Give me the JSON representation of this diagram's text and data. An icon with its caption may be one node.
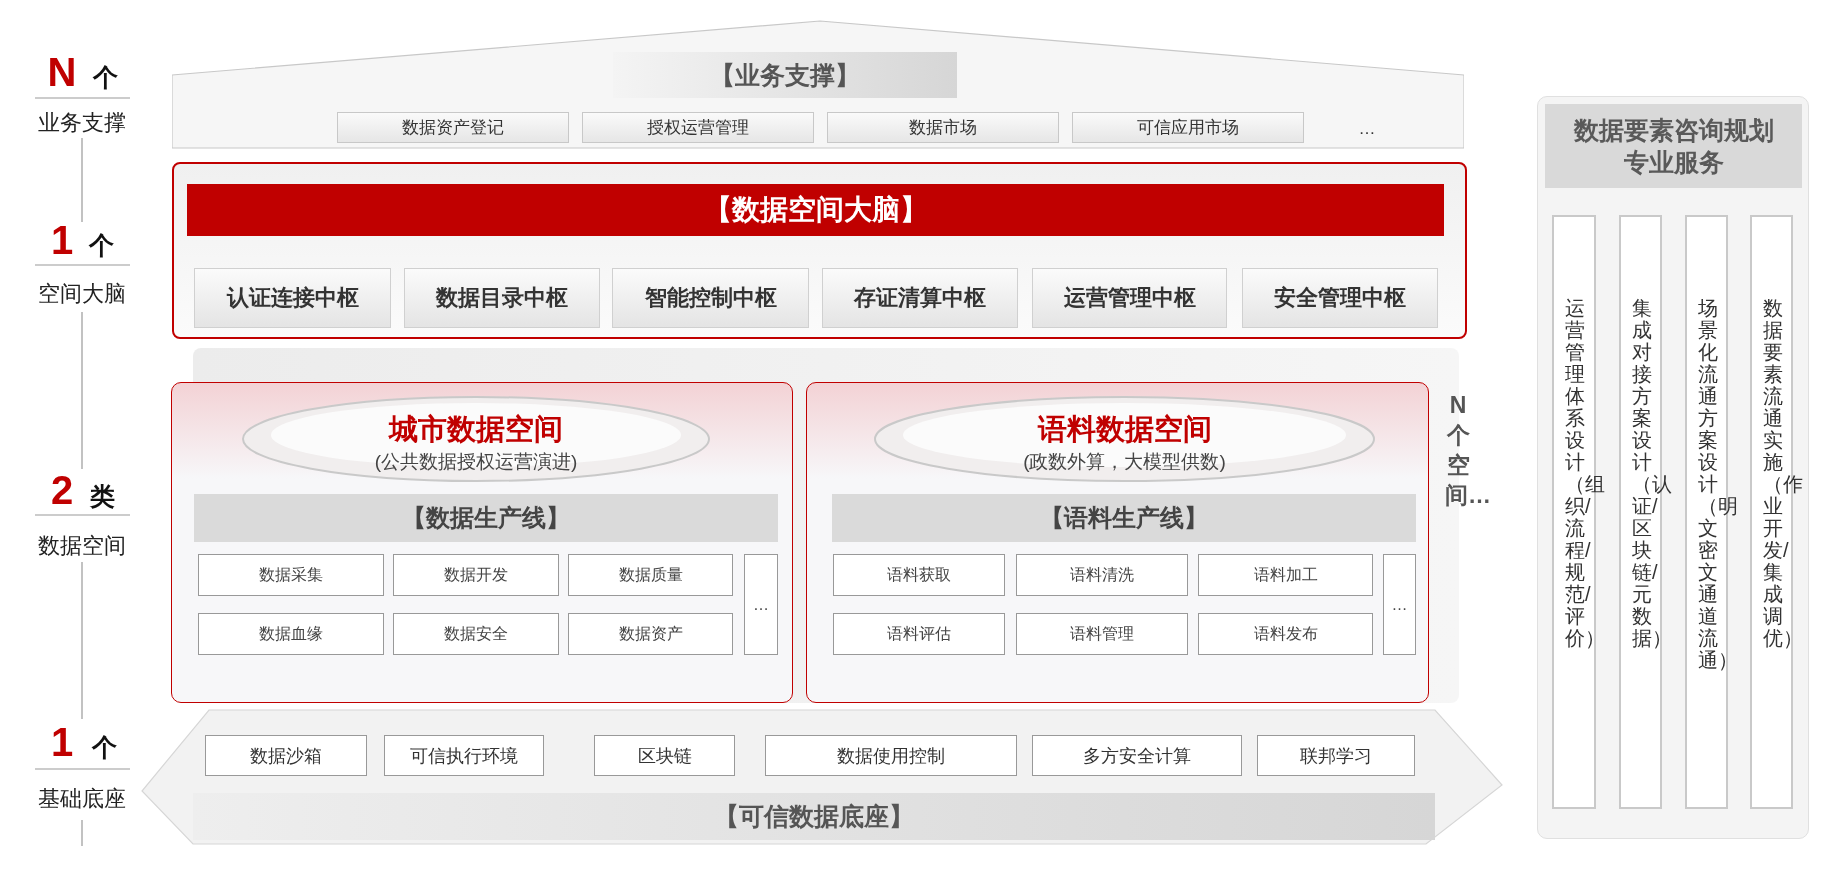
{
  "diagram": {
    "nodes": [
      {
        "text": [
          "【业务支撑】"
        ]
      },
      {
        "text": [
          "数据资产登记"
        ],
        "in": 0
      },
      {
        "text": [
          "授权运营管理"
        ],
        "in": 0
      },
      {
        "text": [
          "数据市场"
        ],
        "in": 0
      },
      {
        "text": [
          "可信应用市场"
        ],
        "in": 0
      },
      {
        "text": [
          "【数据空间大脑】"
        ]
      },
      {
        "text": [
          "认证连接中枢"
        ],
        "in": 5
      },
      {
        "text": [
          "数据目录中枢"
        ],
        "in": 5
      },
      {
        "text": [
          "智能控制中枢"
        ],
        "in": 5
      },
      {
        "text": [
          "存证清算中枢"
        ],
        "in": 5
      },
      {
        "text": [
          "运营管理中枢"
        ],
        "in": 5
      },
      {
        "text": [
          "安全管理中枢"
        ],
        "in": 5
      },
      {
        "text": [],
        "shape": "box"
      },
      {
        "text": [
          "城市数据空间",
          "(公共数据授权运营演进)"
        ],
        "in": 12
      },
      {
        "text": [
          "【数据生产线】"
        ],
        "in": 12
      },
      {
        "text": [
          "数据采集"
        ],
        "in": 12
      },
      {
        "text": [
          "数据开发"
        ],
        "in": 12
      },
      {
        "text": [
          "数据质量"
        ],
        "in": 12
      },
      {
        "text": [
          "…"
        ],
        "in": 12
      },
      {
        "text": [
          "数据血缘"
        ],
        "in": 12
      },
      {
        "text": [
          "数据安全"
        ],
        "in": 12
      },
      {
        "text": [
          "数据资产"
        ],
        "in": 12
      },
      {
        "text": [],
        "shape": "box"
      },
      {
        "text": [
          "语料数据空间",
          "(政数外算，大模型供数)"
        ],
        "in": 22
      },
      {
        "text": [
          "【语料生产线】"
        ],
        "in": 22
      },
      {
        "text": [
          "语料获取"
        ],
        "in": 22
      },
      {
        "text": [
          "语料清洗"
        ],
        "in": 22
      },
      {
        "text": [
          "语料加工"
        ],
        "in": 22
      },
      {
        "text": [
          "…"
        ],
        "in": 22
      },
      {
        "text": [
          "语料评估"
        ],
        "in": 22
      },
      {
        "text": [
          "语料管理"
        ],
        "in": 22
      },
      {
        "text": [
          "语料发布"
        ],
        "in": 22
      },
      {
        "text": [
          "【可信数据底座】"
        ]
      },
      {
        "text": [
          "数据沙箱"
        ],
        "in": 32
      },
      {
        "text": [
          "可信执行环境"
        ],
        "in": 32
      },
      {
        "text": [
          "区块链"
        ],
        "in": 32
      },
      {
        "text": [
          "数据使用控制"
        ],
        "in": 32
      },
      {
        "text": [
          "多方安全计算"
        ],
        "in": 32
      },
      {
        "text": [
          "联邦学习"
        ],
        "in": 32
      },
      {
        "text": [
          "数据要素咨询规划专业服务"
        ]
      },
      {
        "text": [
          "运营管理体系设计（组织/流程/规范/评价）"
        ],
        "in": 39
      },
      {
        "text": [
          "集成对接方案设计（认证/区块链/元数据）"
        ],
        "in": 39
      },
      {
        "text": [
          "场景化流通方案设计（明文密文通道流通）"
        ],
        "in": 39
      },
      {
        "text": [
          "数据要素流通实施（作业开发/集成调优）"
        ],
        "in": 39
      }
    ],
    "labels": [
      "N",
      "个",
      "业务支撑",
      "1",
      "个",
      "空间大脑",
      "2",
      "类",
      "数据空间",
      "1",
      "个",
      "基础底座",
      "…",
      "N个空间…"
    ]
  }
}
